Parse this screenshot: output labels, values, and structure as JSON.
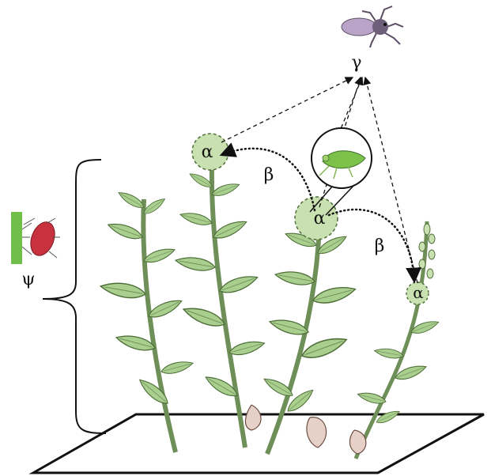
{
  "labels": {
    "gamma": "γ",
    "alpha_left": "α",
    "alpha_center": "α",
    "alpha_right": "α",
    "beta_left": "β",
    "beta_right": "β",
    "psi": "ψ"
  },
  "colors": {
    "plant_fill": "#a9cf8e",
    "plant_stroke": "#4f6f3a",
    "flowerhead_fill": "#c9e0b0",
    "leafhopper": "#7cc24a",
    "spider_body": "#b9a3c6",
    "spider_head": "#6d5e7a",
    "mite_red": "#c8323f",
    "mite_green": "#6fbf4a",
    "arrow": "#111111"
  },
  "icons": {
    "predator": "spider-icon",
    "herbivore": "leafhopper-icon",
    "parasite": "mite-on-leaf-icon"
  }
}
